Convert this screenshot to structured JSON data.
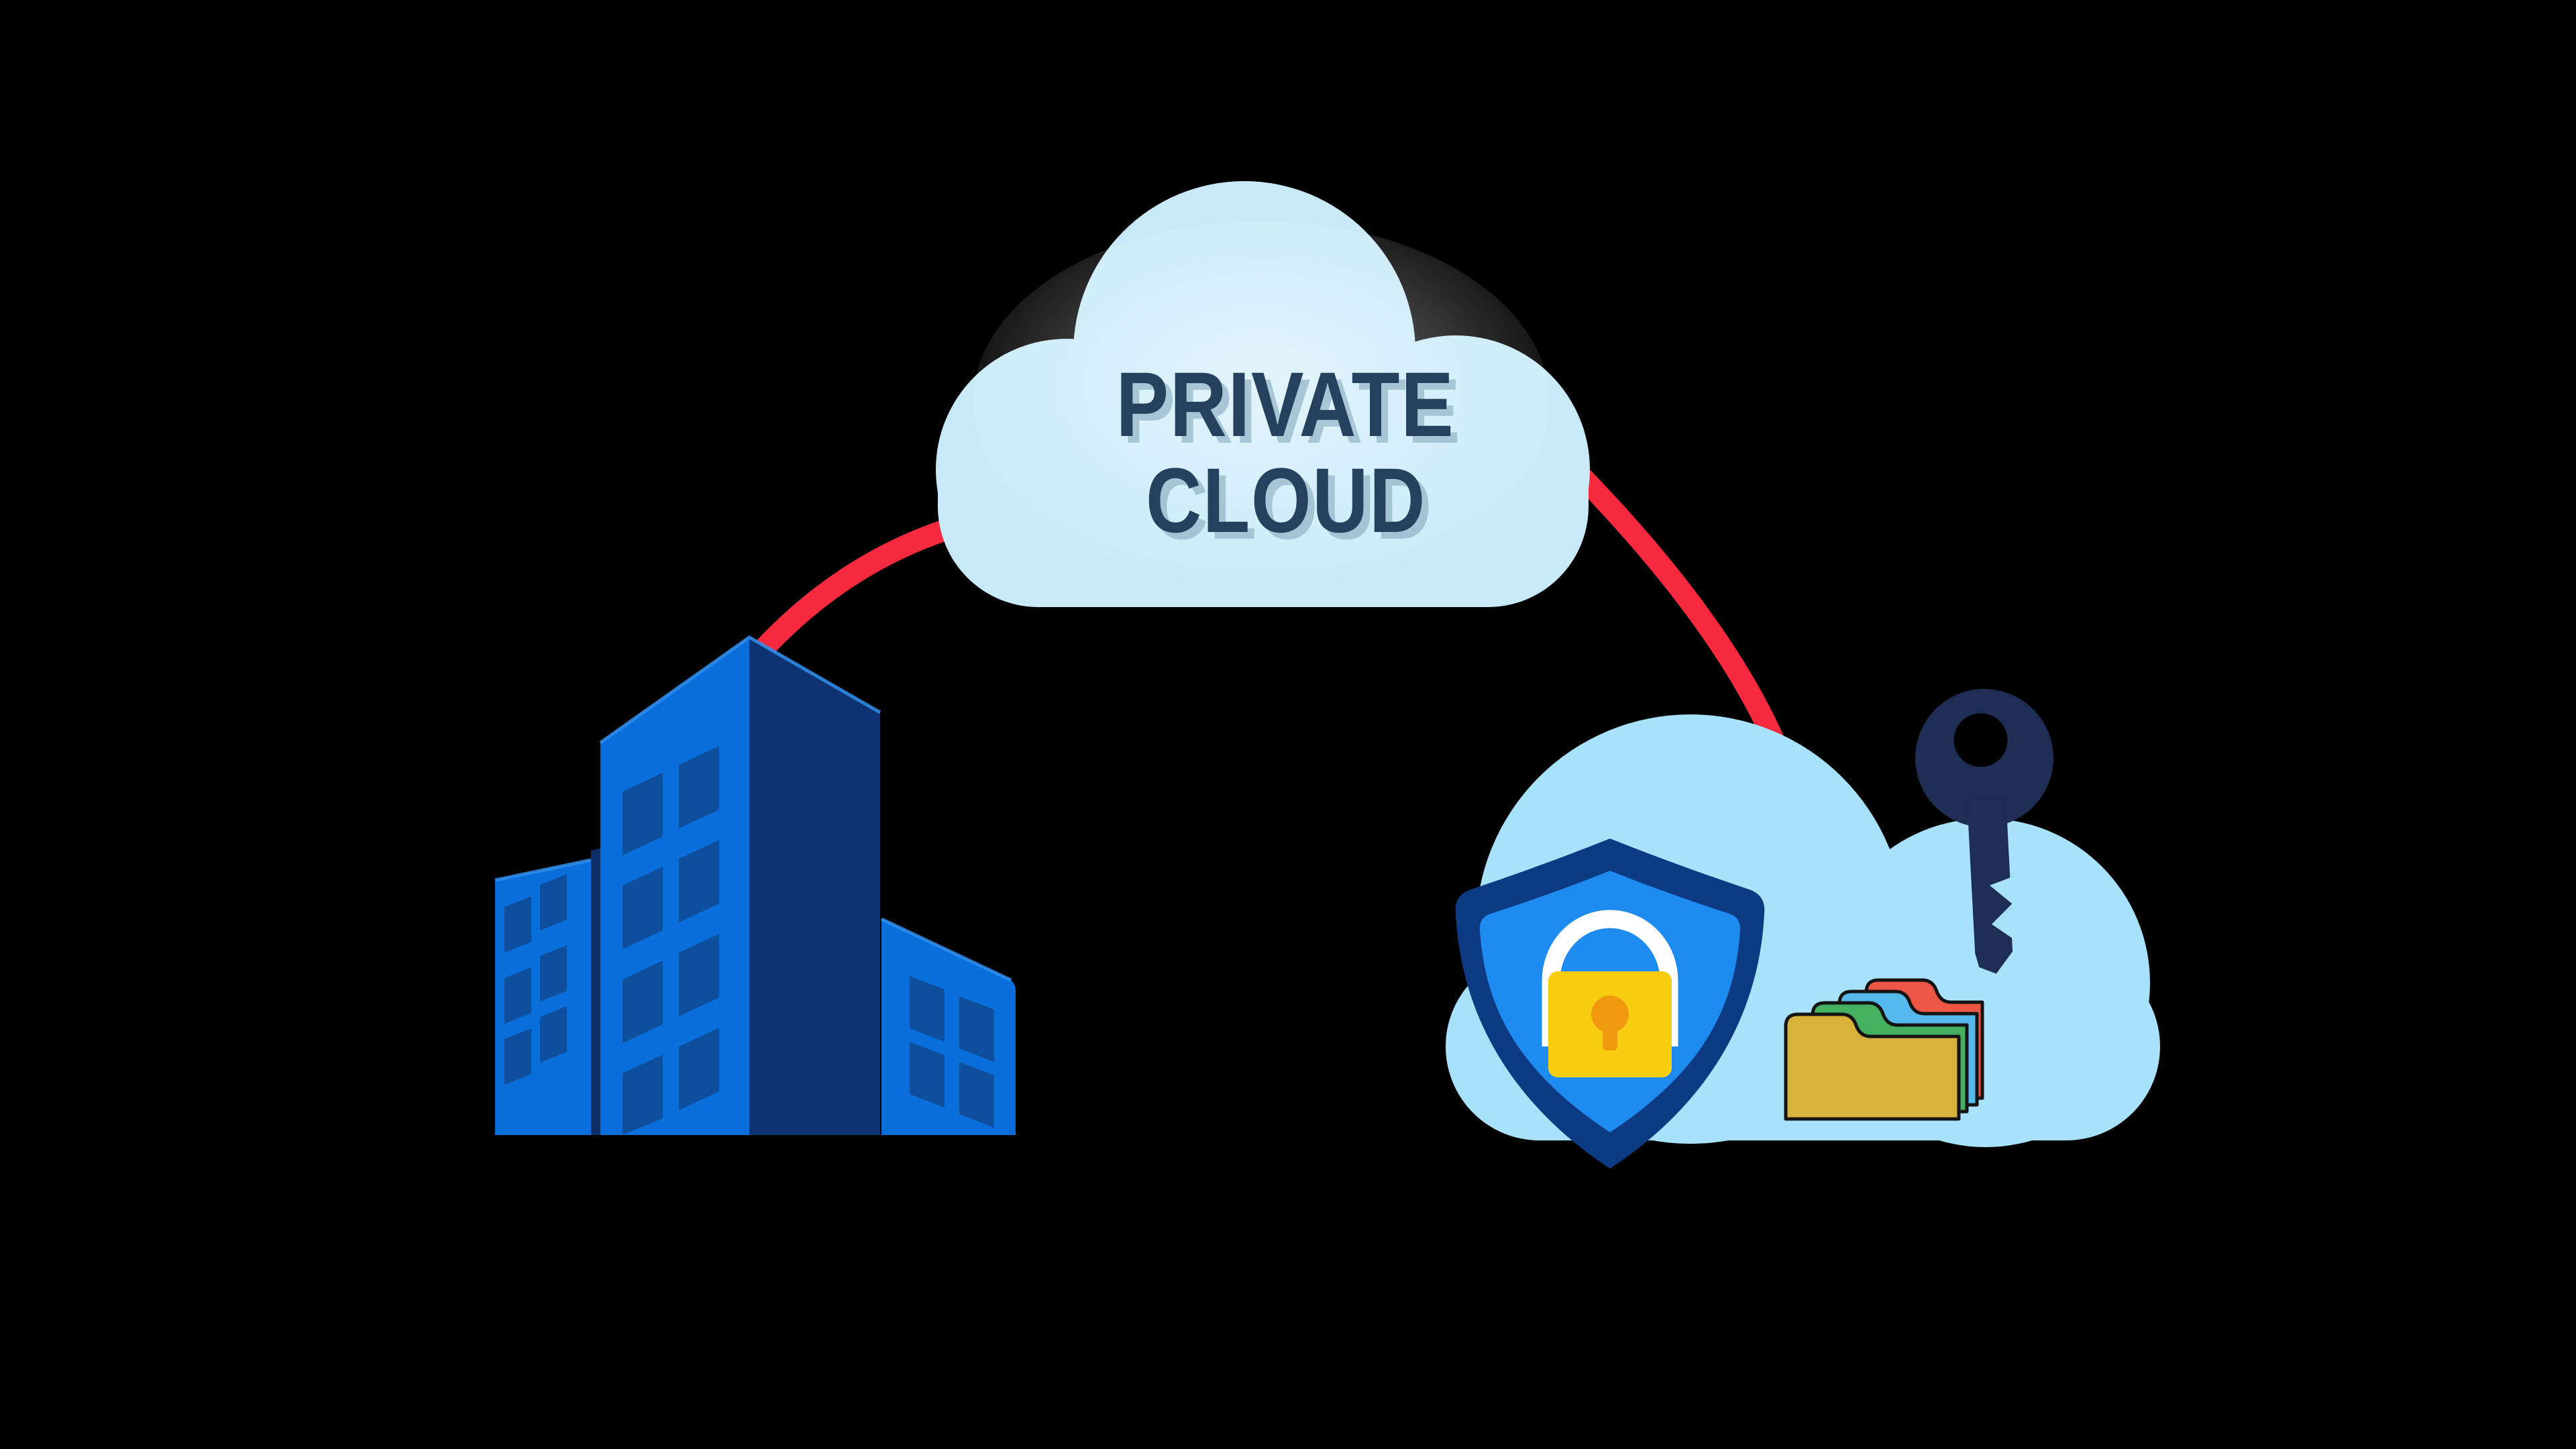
{
  "scene": {
    "background": "#000000",
    "description": "Private cloud architecture illustration: enterprise building linked by red arcs through a labeled private cloud to a secured data cloud"
  },
  "cloud": {
    "label_line1": "PRIVATE",
    "label_line2": "CLOUD"
  },
  "colors": {
    "title_text": "#26415e",
    "title_shadow": "#7fa3b8",
    "cloud_main": "#c8eaf8",
    "cloud_secure": "#a8e1fa",
    "connection_red": "#f6293f",
    "building_front_blue": "#0a6edb",
    "building_side_navy": "#0d3372",
    "building_gap_navy": "#0b2f66",
    "building_window": "#0e4f9d",
    "building_edge_highlight": "#3190f0",
    "key_navy": "#1e2d53",
    "shield_border_navy": "#0c3b84",
    "shield_fill_blue": "#1e8bf0",
    "padlock_yellow": "#f8ce11",
    "padlock_keyhole_orange": "#f0990e",
    "padlock_shackle_white": "#ffffff",
    "folder_yellow": "#d8b33c",
    "folder_green": "#45b160",
    "folder_blue": "#55baeb",
    "folder_red": "#ee5644",
    "folder_outline": "#141414"
  },
  "icons": {
    "office-building-icon": "isometric blue office buildings",
    "cloud-icon": "rounded cloud shape",
    "key-icon": "dark navy access key",
    "shield-lock-icon": "blue shield with yellow padlock",
    "folders-icon": "stack of red, blue, green and yellow file folders"
  },
  "diagram": {
    "type": "cloud-architecture-illustration",
    "nodes": [
      {
        "id": "enterprise-building",
        "icon": "office-building-icon",
        "label": ""
      },
      {
        "id": "private-cloud",
        "icon": "cloud-icon",
        "label": "PRIVATE CLOUD"
      },
      {
        "id": "secure-data-cloud",
        "icon": "cloud-icon",
        "label": "",
        "contains": [
          "shield-lock-icon",
          "key-icon",
          "folders-icon"
        ]
      }
    ],
    "connections": [
      {
        "from": "enterprise-building",
        "to": "private-cloud",
        "style": "red-arc"
      },
      {
        "from": "private-cloud",
        "to": "secure-data-cloud",
        "style": "red-arc"
      }
    ]
  }
}
